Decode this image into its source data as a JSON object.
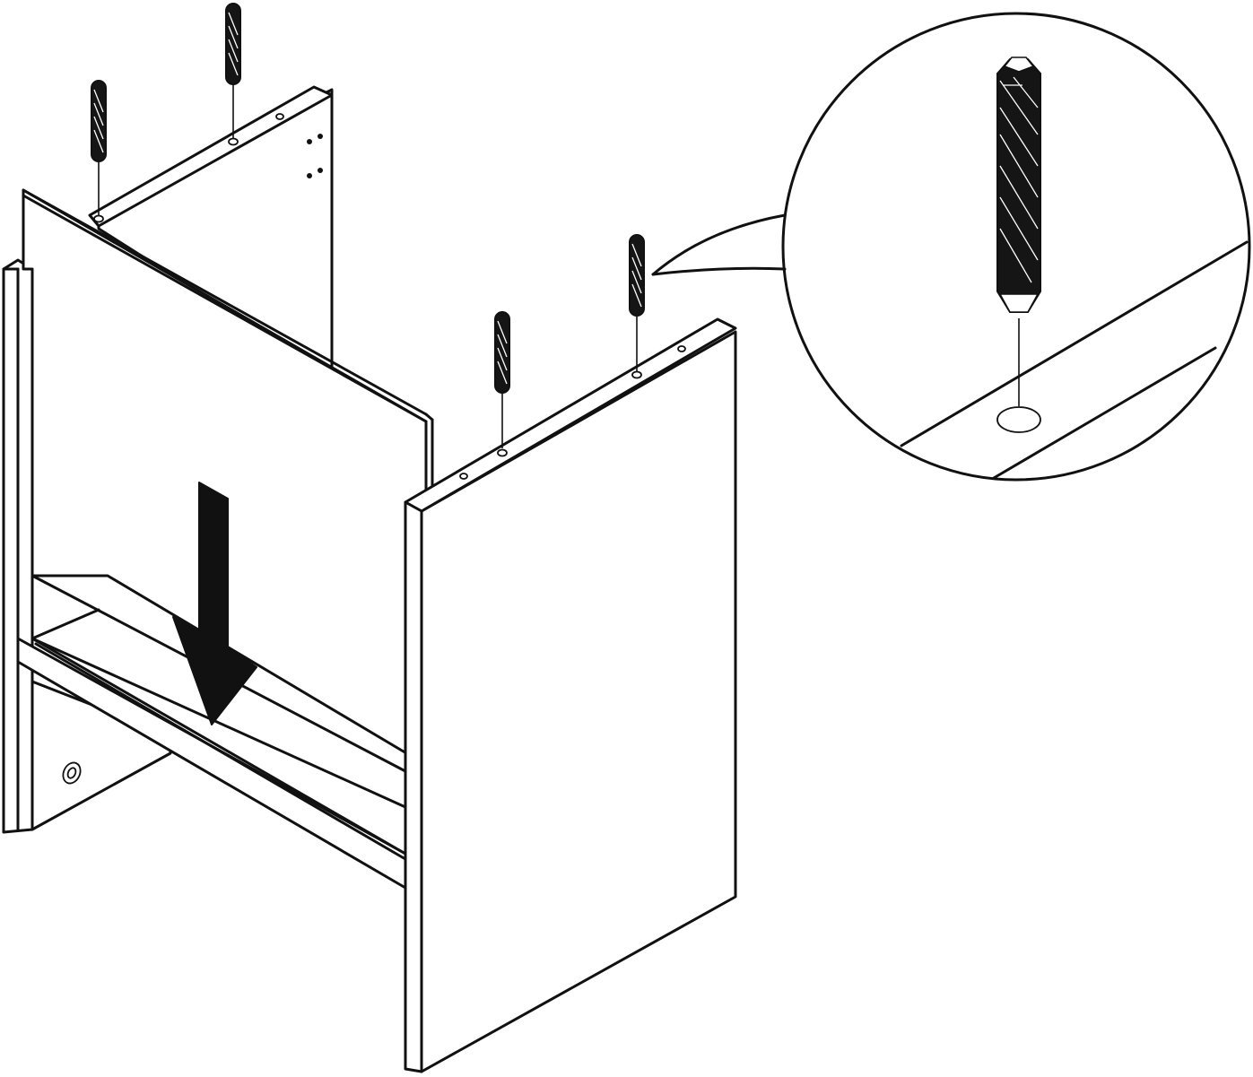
{
  "diagram": {
    "colors": {
      "line": "#111111",
      "fill": "#ffffff",
      "arrow": "#111111"
    },
    "parts": {
      "back_panel": "panel",
      "left_side_panel": "panel",
      "right_side_panel": "panel",
      "bottom_shelf": "panel",
      "dowels": 4
    },
    "instruction": "arrow-down",
    "callout": "dowel-detail"
  }
}
